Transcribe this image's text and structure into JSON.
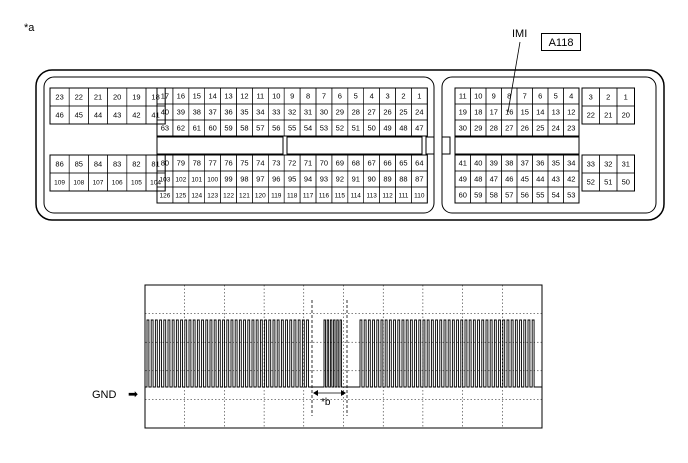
{
  "callouts": {
    "a": "*a",
    "b": "*b"
  },
  "connector": {
    "id": "A118",
    "signal_label": "IMI",
    "signal_pin": "16",
    "left_top_group": [
      [
        "23",
        "22",
        "21",
        "20",
        "19",
        "18"
      ],
      [
        "46",
        "45",
        "44",
        "43",
        "42",
        "41"
      ]
    ],
    "left_mid_top": [
      [
        "17",
        "16",
        "15",
        "14",
        "13",
        "12",
        "11",
        "10",
        "9",
        "8",
        "7",
        "6",
        "5",
        "4",
        "3",
        "2",
        "1"
      ],
      [
        "40",
        "39",
        "38",
        "37",
        "36",
        "35",
        "34",
        "33",
        "32",
        "31",
        "30",
        "29",
        "28",
        "27",
        "26",
        "25",
        "24"
      ],
      [
        "63",
        "62",
        "61",
        "60",
        "59",
        "58",
        "57",
        "56",
        "55",
        "54",
        "53",
        "52",
        "51",
        "50",
        "49",
        "48",
        "47"
      ]
    ],
    "left_bot_group": [
      [
        "86",
        "85",
        "84",
        "83",
        "82",
        "81"
      ],
      [
        "109",
        "108",
        "107",
        "106",
        "105",
        "104"
      ]
    ],
    "left_mid_bot": [
      [
        "80",
        "79",
        "78",
        "77",
        "76",
        "75",
        "74",
        "73",
        "72",
        "71",
        "70",
        "69",
        "68",
        "67",
        "66",
        "65",
        "64"
      ],
      [
        "103",
        "102",
        "101",
        "100",
        "99",
        "98",
        "97",
        "96",
        "95",
        "94",
        "93",
        "92",
        "91",
        "90",
        "89",
        "88",
        "87"
      ],
      [
        "126",
        "125",
        "124",
        "123",
        "122",
        "121",
        "120",
        "119",
        "118",
        "117",
        "116",
        "115",
        "114",
        "113",
        "112",
        "111",
        "110"
      ]
    ],
    "right_top_grid": [
      [
        "11",
        "10",
        "9",
        "8",
        "7",
        "6",
        "5",
        "4"
      ],
      [
        "19",
        "18",
        "17",
        "16",
        "15",
        "14",
        "13",
        "12"
      ],
      [
        "30",
        "29",
        "28",
        "27",
        "26",
        "25",
        "24",
        "23"
      ]
    ],
    "right_top_side": [
      [
        "3",
        "2",
        "1"
      ],
      [
        "22",
        "21",
        "20"
      ]
    ],
    "right_bot_grid": [
      [
        "41",
        "40",
        "39",
        "38",
        "37",
        "36",
        "35",
        "34"
      ],
      [
        "49",
        "48",
        "47",
        "46",
        "45",
        "44",
        "43",
        "42"
      ],
      [
        "60",
        "59",
        "58",
        "57",
        "56",
        "55",
        "54",
        "53"
      ]
    ],
    "right_bot_side": [
      [
        "33",
        "32",
        "31"
      ],
      [
        "52",
        "51",
        "50"
      ]
    ]
  },
  "waveform": {
    "ground_label": "GND",
    "arrow_glyph": "➡"
  }
}
